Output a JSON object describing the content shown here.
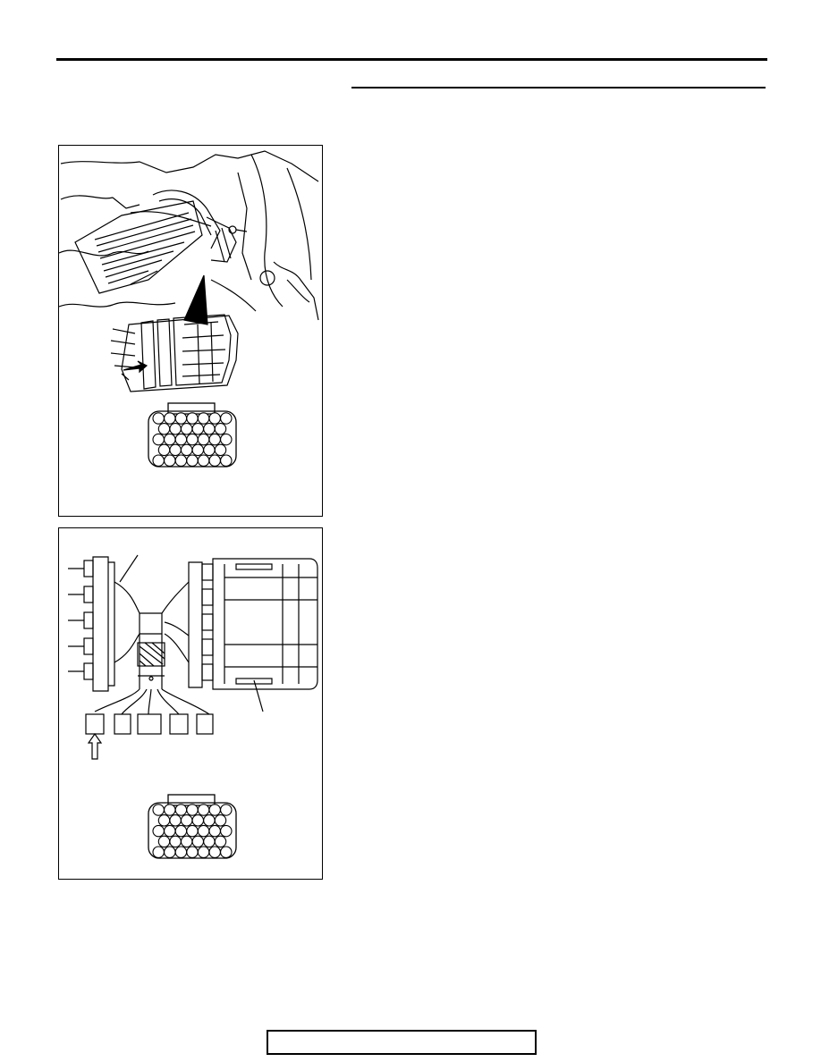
{
  "page": {
    "header_rule": "",
    "section_rule": ""
  },
  "figures": [
    {
      "kind": "engine-compartment-connector-illustration",
      "connector_cavities": 33
    },
    {
      "kind": "ecu-harness-connector-illustration",
      "connector_cavities": 33
    }
  ],
  "footer": {
    "label": ""
  }
}
